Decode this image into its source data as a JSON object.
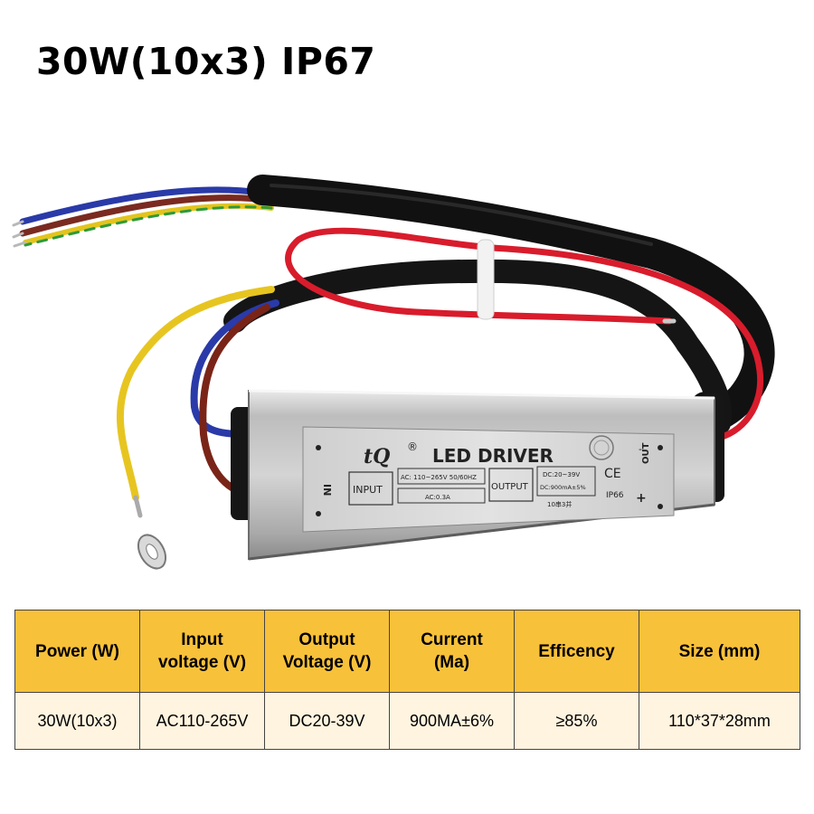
{
  "title": "30W(10x3)  IP67",
  "driver_label": {
    "brand_mark": "tQ",
    "registered": "®",
    "heading": "LED DRIVER",
    "input_box": "INPUT",
    "input_spec": "AC: 110~265V 50/60HZ",
    "input_current": "AC:0.3A",
    "output_box": "OUTPUT",
    "output_spec_1": "DC:20~39V",
    "output_spec_2": "DC:900mA±5%",
    "output_config": "10串3并",
    "ce_mark": "CE",
    "ip_rating": "IP66",
    "in_label": "IN",
    "out_label": "OUT",
    "minus": "-",
    "plus": "+"
  },
  "colors": {
    "header_bg": "#f8c13a",
    "row_bg": "#fef4e0",
    "housing": "#c9c9c9",
    "wire_red": "#d81c2c",
    "wire_black": "#1a1a1a"
  },
  "table": {
    "headers": [
      "Power (W)",
      "Input\nvoltage (V)",
      "Output\nVoltage (V)",
      "Current\n(Ma)",
      "Efficency",
      "Size (mm)"
    ],
    "rows": [
      [
        "30W(10x3)",
        "AC110-265V",
        "DC20-39V",
        "900MA±6%",
        "≥85%",
        "110*37*28mm"
      ]
    ]
  }
}
